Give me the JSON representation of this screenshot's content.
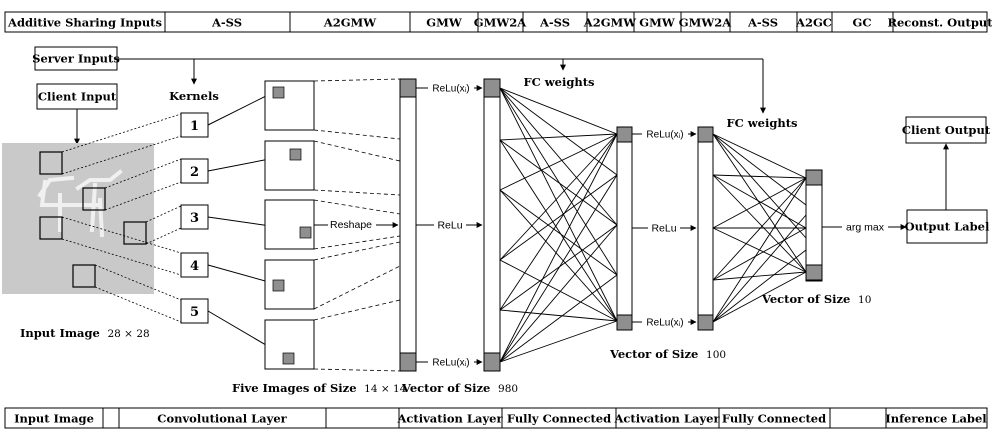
{
  "top_bar": [
    "Additive Sharing Inputs",
    "A-SS",
    "A2GMW",
    "GMW",
    "GMW2A",
    "A-SS",
    "A2GMW",
    "GMW",
    "GMW2A",
    "A-SS",
    "A2GC",
    "GC",
    "Reconst. Output"
  ],
  "bottom_bar": [
    "Input Image",
    "",
    "Convolutional Layer",
    "",
    "Activation Layer",
    "Fully Connected",
    "Activation Layer",
    "Fully Connected",
    "",
    "Inference Label"
  ],
  "boxes": {
    "server_inputs": "Server Inputs",
    "client_input": "Client Input",
    "client_output": "Client Output",
    "output_label": "Output Label"
  },
  "labels": {
    "kernels": "Kernels",
    "fc_weights_1": "FC weights",
    "fc_weights_2": "FC weights",
    "input_image_name": "Input Image",
    "input_image_size": "28 × 28",
    "five_images_name": "Five Images of Size",
    "five_images_size": "14 × 14",
    "vec980_name": "Vector of Size",
    "vec980_size": "980",
    "vec100_name": "Vector of Size",
    "vec100_size": "100",
    "vec10_name": "Vector of Size",
    "vec10_size": "10"
  },
  "kernels": [
    "1",
    "2",
    "3",
    "4",
    "5"
  ],
  "edge_labels": {
    "reshape": "Reshape",
    "relu_mid_1": "ReLu",
    "relu_mid_2": "ReLu",
    "relu_xi_1_top": "ReLu(xᵢ)",
    "relu_xi_1_bottom": "ReLu(xᵢ)",
    "relu_xi_2_top": "ReLu(xᵢ)",
    "relu_xi_2_bottom": "ReLu(xᵢ)",
    "arg_max": "arg max"
  },
  "colors": {
    "node_fill": "#8f8f8f",
    "input_image_bg": "#c9c9c9",
    "digit_stroke": "#f4f4f4"
  }
}
